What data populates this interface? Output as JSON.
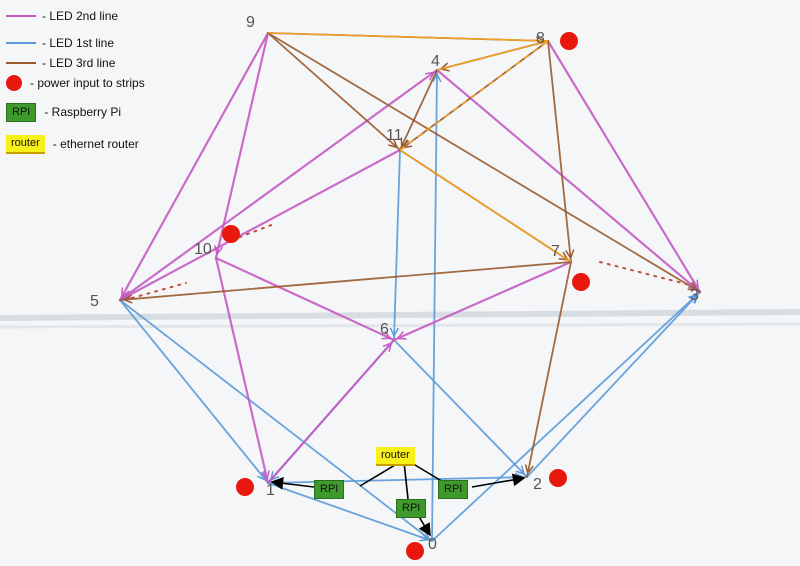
{
  "legend": {
    "led_2nd": {
      "label": "- LED 2nd line",
      "color": "#c65bc4"
    },
    "led_1st": {
      "label": "- LED 1st line",
      "color": "#5b9bd8"
    },
    "led_3rd": {
      "label": "- LED 3rd line",
      "color": "#9b5a2c"
    },
    "power": {
      "label": "- power input to strips",
      "color": "#e8180f"
    },
    "rpi": {
      "tag": "RPI",
      "label": "- Raspberry Pi"
    },
    "router": {
      "tag": "router",
      "label": "- ethernet router"
    }
  },
  "vertices": [
    {
      "id": "v9",
      "label": "9"
    },
    {
      "id": "v8",
      "label": "8"
    },
    {
      "id": "v4",
      "label": "4"
    },
    {
      "id": "v11",
      "label": "11"
    },
    {
      "id": "v10",
      "label": "10"
    },
    {
      "id": "v7",
      "label": "7"
    },
    {
      "id": "v5",
      "label": "5"
    },
    {
      "id": "v3",
      "label": "3"
    },
    {
      "id": "v6",
      "label": "6"
    },
    {
      "id": "v1",
      "label": "1"
    },
    {
      "id": "v2",
      "label": "2"
    },
    {
      "id": "v0",
      "label": "0"
    }
  ],
  "edges": {
    "led_2nd": [
      [
        "v9",
        "v5"
      ],
      [
        "v9",
        "v10"
      ],
      [
        "v5",
        "v4"
      ],
      [
        "v10",
        "v6"
      ],
      [
        "v10",
        "v1"
      ],
      [
        "v4",
        "v3"
      ],
      [
        "v7",
        "v6"
      ],
      [
        "v1",
        "v6"
      ],
      [
        "v8",
        "v3"
      ],
      [
        "v11",
        "v5"
      ]
    ],
    "led_1st": [
      [
        "v5",
        "v1"
      ],
      [
        "v5",
        "v0"
      ],
      [
        "v1",
        "v2"
      ],
      [
        "v6",
        "v1"
      ],
      [
        "v6",
        "v2"
      ],
      [
        "v0",
        "v3"
      ],
      [
        "v2",
        "v3"
      ],
      [
        "v0",
        "v4"
      ],
      [
        "v1",
        "v0"
      ],
      [
        "v11",
        "v6"
      ]
    ],
    "led_3rd": [
      [
        "v9",
        "v8"
      ],
      [
        "v9",
        "v11"
      ],
      [
        "v11",
        "v7"
      ],
      [
        "v8",
        "v7"
      ],
      [
        "v8",
        "v4"
      ],
      [
        "v8",
        "v11"
      ],
      [
        "v7",
        "v2"
      ],
      [
        "v7",
        "v5"
      ],
      [
        "v9",
        "v3"
      ],
      [
        "v4",
        "v11"
      ]
    ]
  },
  "power_points": [
    "v8",
    "v10",
    "v7",
    "v1",
    "v2",
    "v0"
  ],
  "devices": {
    "router_label": "router",
    "rpi_labels": [
      "RPI",
      "RPI",
      "RPI"
    ]
  }
}
